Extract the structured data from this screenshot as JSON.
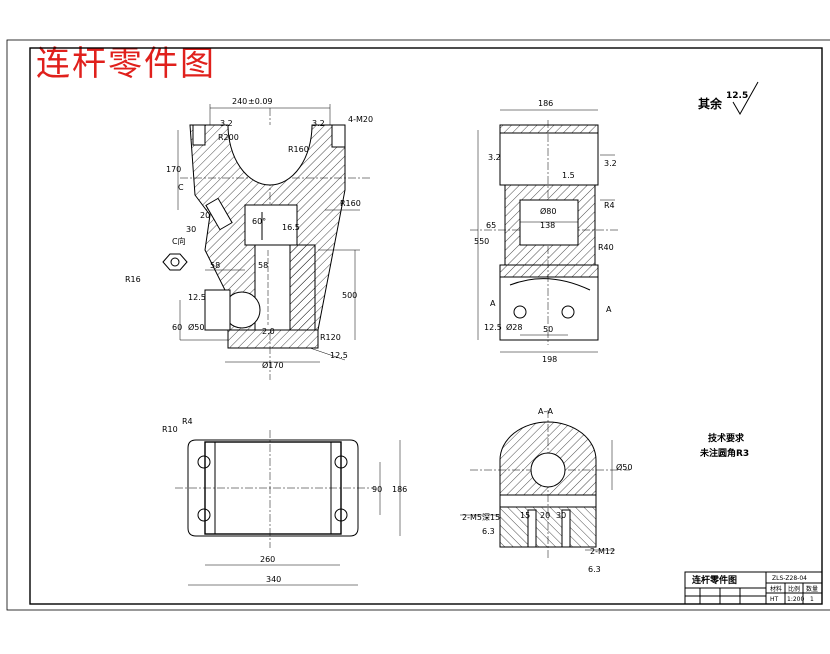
{
  "drawing": {
    "overlay_title": "连杆零件图",
    "roughness_other_label": "其余",
    "roughness_other_value": "12.5",
    "tech_requirements_title": "技术要求",
    "tech_requirements_item": "未注圆角R3",
    "section_label": "A–A",
    "section_marker": "A",
    "title_block": {
      "name": "连杆零件图",
      "drawing_no": "ZLS-Z28-04",
      "row2": [
        "材料",
        "比例",
        "数量"
      ],
      "row3": [
        "HT",
        "1:200",
        "1"
      ]
    }
  },
  "dimensions": {
    "top_width": "240",
    "top_tol": "±0.09",
    "top_rough_left": "3.2",
    "top_rough_right": "3.2",
    "thread": "4-M20",
    "r_inner": "R200",
    "r_mid": "R160",
    "h_170": "170",
    "view_c": "C",
    "view_c_label": "C向",
    "angle_30": "30",
    "hole_20": "20",
    "angle_60": "60°",
    "phi_16": "16.5",
    "r_16": "R16",
    "d_58": "58",
    "d_58b": "58",
    "rough_12_5": "12.5",
    "h_60": "60",
    "d_50": "Ø50",
    "d_2": "2.0",
    "d_170": "Ø170",
    "h_500": "500",
    "r_120": "R120",
    "rough_6_3_a": "12.5",
    "front_top": "186",
    "side_rough_32": "3.2",
    "side_rough_3_2b": "3.2",
    "side_r1_5": "1.5",
    "side_h_550": "550",
    "side_h_65": "65",
    "side_d_80": "Ø80",
    "side_d_138": "138",
    "side_r4": "R4",
    "side_r40": "R40",
    "side_d_50": "50",
    "side_d_28": "Ø28",
    "side_w_198": "198",
    "side_rough_a": "12.5",
    "plan_r4": "R4",
    "plan_r10": "R10",
    "plan_w_260": "260",
    "plan_w_340": "340",
    "plan_h_90": "90",
    "plan_h_186": "186",
    "sec_d_50": "Ø50",
    "sec_2m": "2-M5深15",
    "sec_6_3_a": "6.3",
    "sec_2m12": "2-M12",
    "sec_6_3_b": "6.3",
    "sec_20": "20",
    "sec_30": "30",
    "sec_15": "15"
  }
}
